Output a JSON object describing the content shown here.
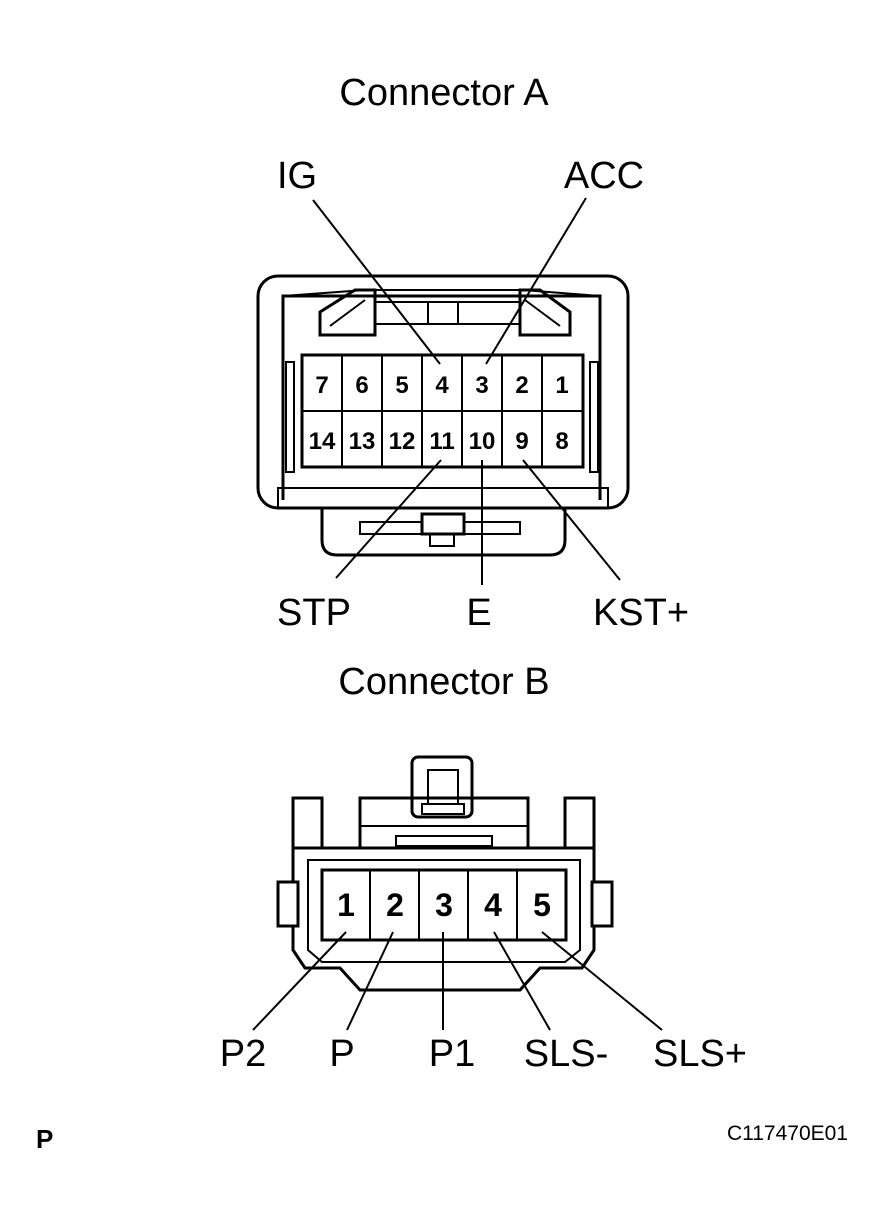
{
  "connector_a": {
    "title": "Connector A",
    "pins_top": [
      "7",
      "6",
      "5",
      "4",
      "3",
      "2",
      "1"
    ],
    "pins_bottom": [
      "14",
      "13",
      "12",
      "11",
      "10",
      "9",
      "8"
    ],
    "labels": {
      "ig": "IG",
      "acc": "ACC",
      "stp": "STP",
      "e": "E",
      "kst_plus": "KST+"
    }
  },
  "connector_b": {
    "title": "Connector B",
    "pins": [
      "1",
      "2",
      "3",
      "4",
      "5"
    ],
    "labels": {
      "p2": "P2",
      "p": "P",
      "p1": "P1",
      "sls_minus": "SLS-",
      "sls_plus": "SLS+"
    }
  },
  "footer": {
    "corner_mark": "P",
    "figure_code": "C117470E01"
  }
}
